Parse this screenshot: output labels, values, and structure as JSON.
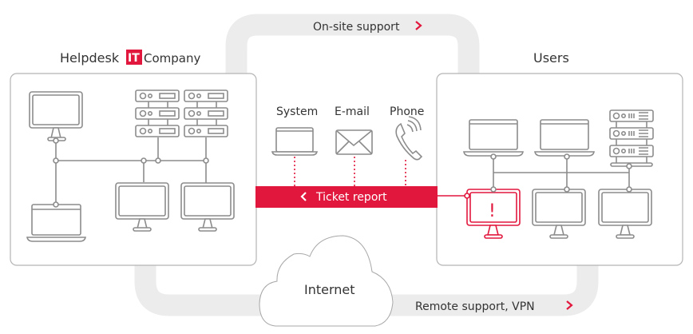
{
  "colors": {
    "accent": "#e2173d",
    "track": "#ececec",
    "device_stroke": "#8c8c8c",
    "panel_border": "#b4b4b4",
    "text": "#333333"
  },
  "helpdesk": {
    "title": "Helpdesk",
    "logo_mark": "IT",
    "logo_text": "Company"
  },
  "users": {
    "title": "Users"
  },
  "flows": {
    "onsite": {
      "label": "On-site support",
      "icon": "chevron-right-icon"
    },
    "remote": {
      "label": "Remote support, VPN",
      "icon": "chevron-right-icon"
    },
    "ticket": {
      "label": "Ticket report",
      "icon": "chevron-left-icon"
    }
  },
  "channels": [
    {
      "label": "System",
      "icon": "laptop-icon"
    },
    {
      "label": "E-mail",
      "icon": "envelope-icon"
    },
    {
      "label": "Phone",
      "icon": "phone-icon"
    }
  ],
  "internet": {
    "label": "Internet",
    "icon": "cloud-icon"
  },
  "alert": {
    "glyph": "!"
  }
}
